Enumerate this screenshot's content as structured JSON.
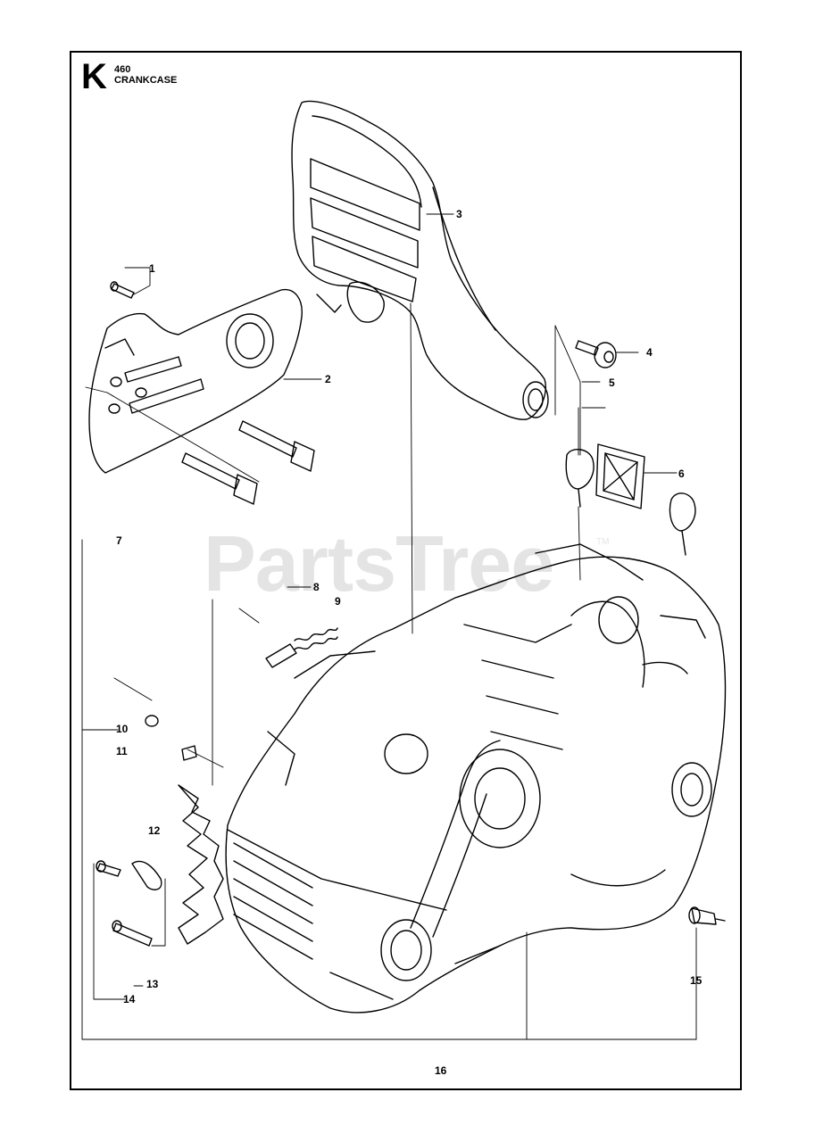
{
  "header": {
    "section_letter": "K",
    "model": "460",
    "title": "CRANKCASE"
  },
  "watermark": {
    "text": "PartsTree",
    "tm": "TM"
  },
  "callouts": [
    {
      "id": "1",
      "label": "1"
    },
    {
      "id": "2",
      "label": "2"
    },
    {
      "id": "3",
      "label": "3"
    },
    {
      "id": "4",
      "label": "4"
    },
    {
      "id": "5",
      "label": "5"
    },
    {
      "id": "6",
      "label": "6"
    },
    {
      "id": "7",
      "label": "7"
    },
    {
      "id": "8",
      "label": "8"
    },
    {
      "id": "9",
      "label": "9"
    },
    {
      "id": "10",
      "label": "10"
    },
    {
      "id": "11",
      "label": "11"
    },
    {
      "id": "12",
      "label": "12"
    },
    {
      "id": "13",
      "label": "13"
    },
    {
      "id": "14",
      "label": "14"
    },
    {
      "id": "15",
      "label": "15"
    }
  ],
  "footer": {
    "page_number": "16"
  },
  "colors": {
    "line": "#000000",
    "watermark": "#e4e4e4",
    "background": "#ffffff"
  }
}
